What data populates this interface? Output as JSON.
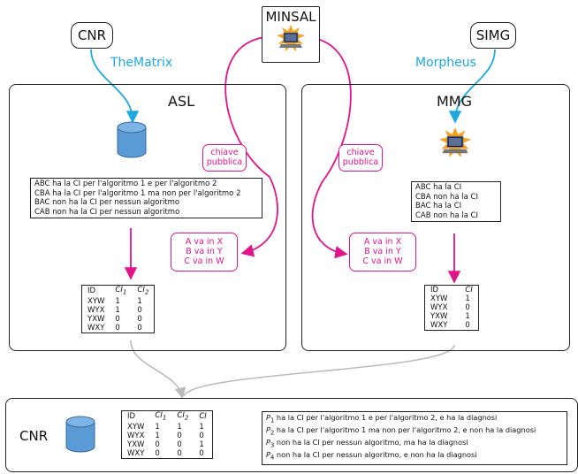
{
  "nodes": {
    "cnr_top": "CNR",
    "minsal": "MINSAL",
    "simg": "SIMG",
    "asl": "ASL",
    "mmg": "MMG",
    "cnr_bottom": "CNR"
  },
  "edges": {
    "thematrix": "TheMatrix",
    "morpheus": "Morpheus"
  },
  "asl": {
    "chiave": [
      "chiave",
      "pubblica"
    ],
    "statements": [
      "ABC ha la CI per l'algoritmo 1 e per l'algoritmo 2",
      "CBA ha la CI per l'algoritmo 1 ma non per l'algoritmo 2",
      "BAC non ha la CI per nessun algoritmo",
      "CAB non ha la CI per nessun algoritmo"
    ],
    "mapping": [
      "A va in X",
      "B va in Y",
      "C va in W"
    ],
    "table": {
      "headers": [
        "ID",
        "CI",
        "1",
        "CI",
        "2"
      ],
      "rows": [
        [
          "XYW",
          "1",
          "1"
        ],
        [
          "WYX",
          "1",
          "0"
        ],
        [
          "YXW",
          "0",
          "0"
        ],
        [
          "WXY",
          "0",
          "0"
        ]
      ]
    }
  },
  "mmg": {
    "chiave": [
      "chiave",
      "pubblica"
    ],
    "statements": [
      "ABC ha la CI",
      "CBA non ha la CI",
      "BAC ha la CI",
      "CAB non ha la CI"
    ],
    "mapping": [
      "A va in X",
      "B va in Y",
      "C va in W"
    ],
    "table": {
      "headers": [
        "ID",
        "CI"
      ],
      "rows": [
        [
          "XYW",
          "1"
        ],
        [
          "WYX",
          "0"
        ],
        [
          "YXW",
          "1"
        ],
        [
          "WXY",
          "0"
        ]
      ]
    }
  },
  "cnr": {
    "table": {
      "headers": [
        "ID",
        "CI",
        "1",
        "CI",
        "2",
        "CI"
      ],
      "rows": [
        [
          "XYW",
          "1",
          "1",
          "1"
        ],
        [
          "WYX",
          "1",
          "0",
          "0"
        ],
        [
          "YXW",
          "0",
          "0",
          "1"
        ],
        [
          "WXY",
          "0",
          "0",
          "0"
        ]
      ]
    },
    "statements": [
      {
        "p": "P",
        "sub": "1",
        "text": " ha la CI per l'algoritmo 1 e per l'algoritmo 2, e ha la diagnosi"
      },
      {
        "p": "P",
        "sub": "2",
        "text": " ha la CI per l'algoritmo 1 ma non per l'algoritmo 2, e non ha la diagnosi"
      },
      {
        "p": "P",
        "sub": "3",
        "text": " non ha la CI per nessun algoritmo, ma ha la diagnosi"
      },
      {
        "p": "P",
        "sub": "4",
        "text": " non ha la CI per nessun algoritmo, e non ha la diagnosi"
      }
    ]
  },
  "colors": {
    "cyan": "#1ba9e0",
    "magenta": "#e0158c",
    "gray": "#bbbbbb"
  }
}
